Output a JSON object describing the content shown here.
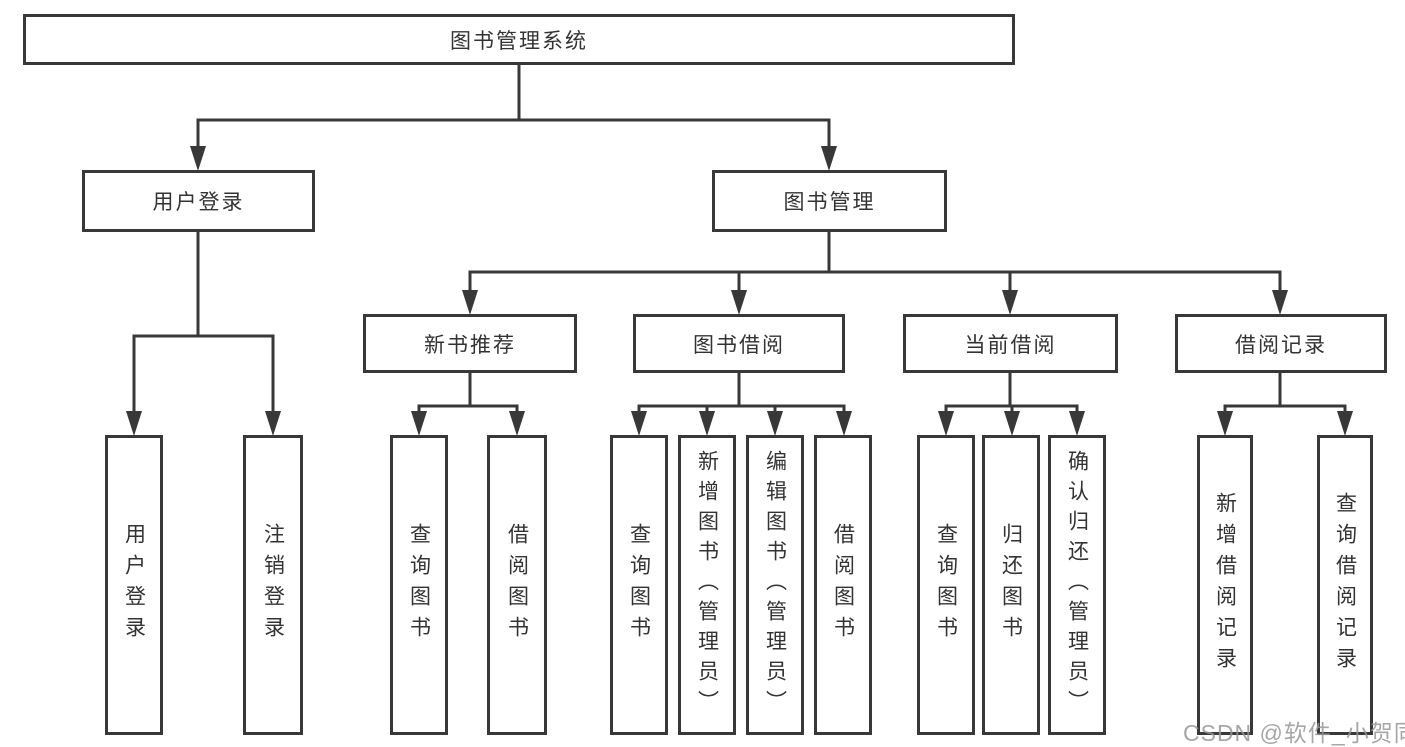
{
  "diagram": {
    "title": "图书管理系统",
    "root": {
      "label": "图书管理系统"
    },
    "level2": [
      {
        "label": "用户登录"
      },
      {
        "label": "图书管理"
      }
    ],
    "level3": [
      {
        "label": "新书推荐",
        "parent": "图书管理"
      },
      {
        "label": "图书借阅",
        "parent": "图书管理"
      },
      {
        "label": "当前借阅",
        "parent": "图书管理"
      },
      {
        "label": "借阅记录",
        "parent": "图书管理"
      }
    ],
    "leaves": [
      {
        "label": "用户登录",
        "parent": "用户登录"
      },
      {
        "label": "注销登录",
        "parent": "用户登录"
      },
      {
        "label": "查询图书",
        "parent": "新书推荐"
      },
      {
        "label": "借阅图书",
        "parent": "新书推荐"
      },
      {
        "label": "查询图书",
        "parent": "图书借阅"
      },
      {
        "label": "新增图书（管理员）",
        "parent": "图书借阅"
      },
      {
        "label": "编辑图书（管理员）",
        "parent": "图书借阅"
      },
      {
        "label": "借阅图书",
        "parent": "图书借阅"
      },
      {
        "label": "查询图书",
        "parent": "当前借阅"
      },
      {
        "label": "归还图书",
        "parent": "当前借阅"
      },
      {
        "label": "确认归还（管理员）",
        "parent": "当前借阅"
      },
      {
        "label": "新增借阅记录",
        "parent": "借阅记录"
      },
      {
        "label": "查询借阅记录",
        "parent": "借阅记录"
      }
    ]
  },
  "watermark": {
    "text": "CSDN @软件_小贺同学"
  },
  "colors": {
    "line": "#383838",
    "box_border": "#383838",
    "text": "#333333",
    "background": "#ffffff",
    "watermark": "#969696"
  }
}
